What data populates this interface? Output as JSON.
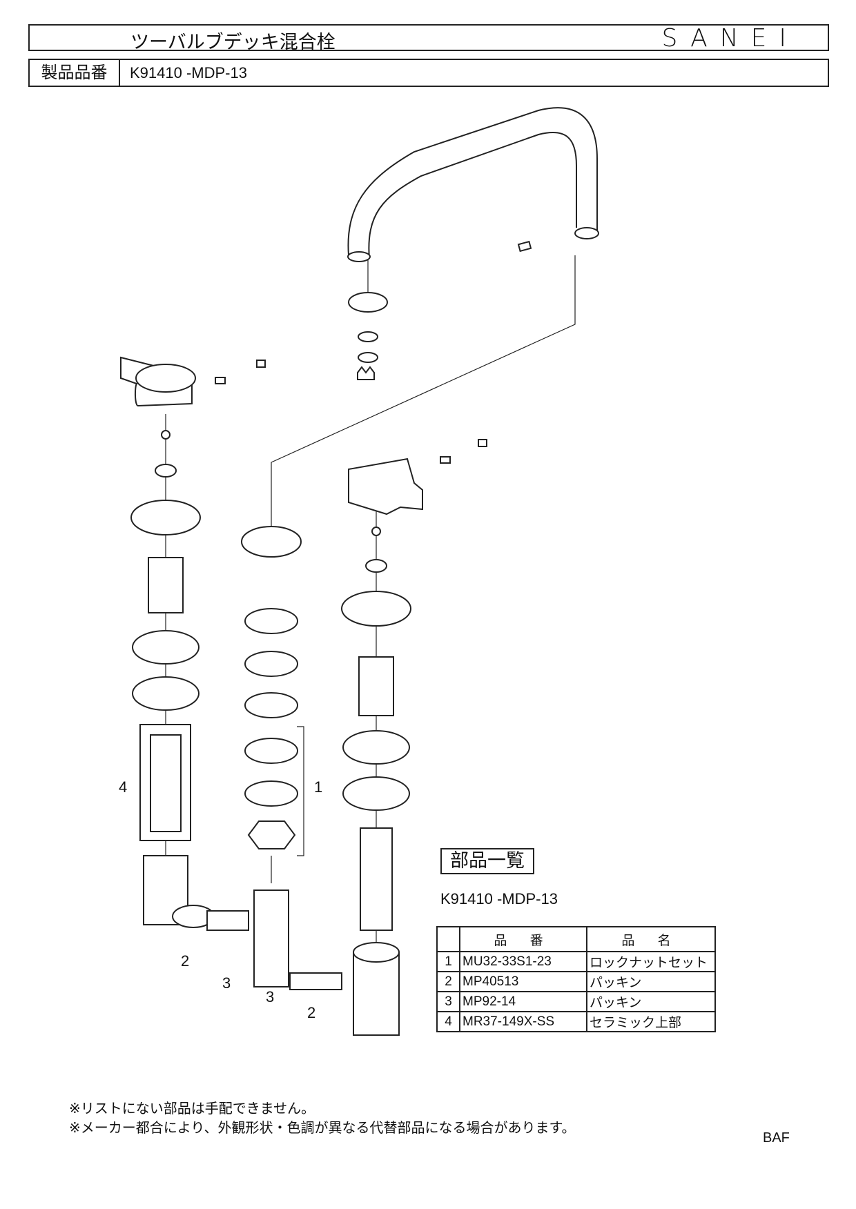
{
  "header": {
    "title": "ツーバルブデッキ混合栓",
    "brand": "SANEI"
  },
  "product": {
    "label": "製品品番",
    "number": "K91410 -MDP-13"
  },
  "parts_list": {
    "title": "部品一覧",
    "model": "K91410 -MDP-13",
    "columns": [
      "品 番",
      "品 名"
    ],
    "rows": [
      {
        "no": "1",
        "part_no": "MU32-33S1-23",
        "name": "ロックナットセット"
      },
      {
        "no": "2",
        "part_no": "MP40513",
        "name": "パッキン"
      },
      {
        "no": "3",
        "part_no": "MP92-14",
        "name": "パッキン"
      },
      {
        "no": "4",
        "part_no": "MR37-149X-SS",
        "name": "セラミック上部"
      }
    ]
  },
  "callouts": {
    "c4": "4",
    "c1": "1",
    "c2a": "2",
    "c3a": "3",
    "c3b": "3",
    "c2b": "2"
  },
  "notes": [
    "※リストにない部品は手配できません。",
    "※メーカー都合により、外観形状・色調が異なる代替部品になる場合があります。"
  ],
  "footer_code": "BAF"
}
